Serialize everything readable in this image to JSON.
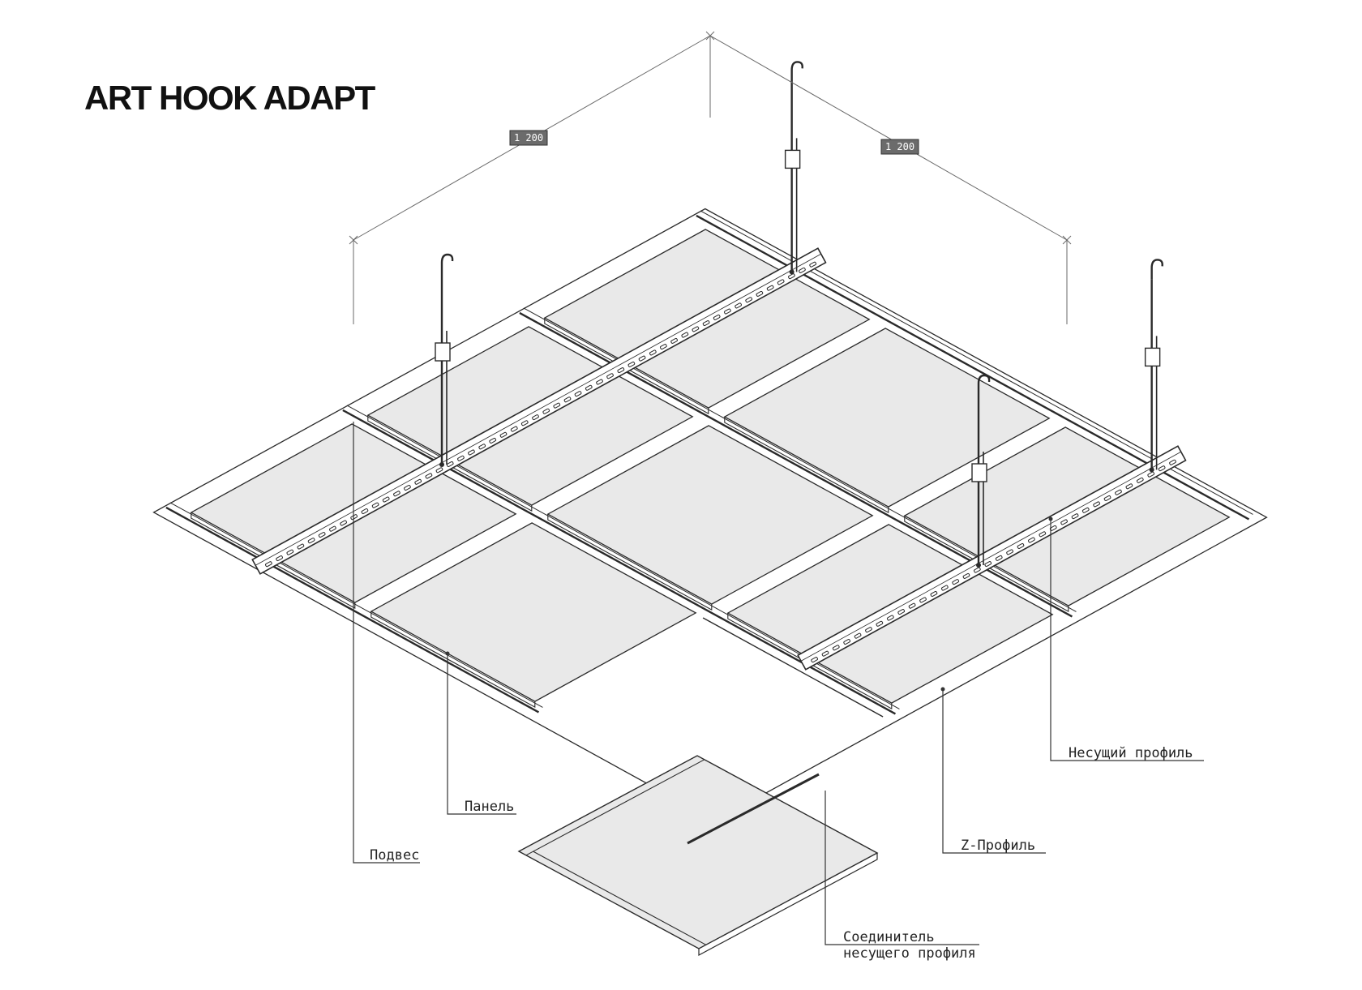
{
  "title": "ART HOOK ADAPT",
  "dimensions": [
    {
      "id": "left",
      "value": "1 200"
    },
    {
      "id": "right",
      "value": "1 200"
    }
  ],
  "callouts": {
    "panel": "Панель",
    "hanger": "Подвес",
    "z_profile": "Z-Профиль",
    "carrier_profile": "Несущий профиль",
    "connector_line1": "Соединитель",
    "connector_line2": "несущего профиля"
  },
  "colors": {
    "line": "#2a2a2a",
    "panel_fill": "#e9e9e9",
    "profile_fill": "#ffffff",
    "dim_line": "#6a6a6a",
    "dim_tag_bg": "#6b6b6b"
  }
}
